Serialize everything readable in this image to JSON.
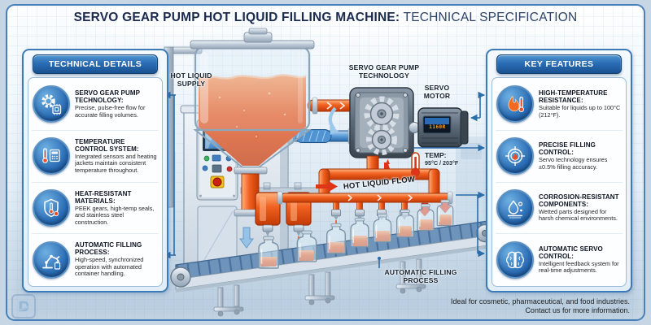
{
  "title": {
    "bold": "SERVO GEAR PUMP HOT LIQUID FILLING MACHINE:",
    "regular": "TECHNICAL SPECIFICATION"
  },
  "left_panel": {
    "header": "TECHNICAL DETAILS",
    "items": [
      {
        "icon": "gear-chip-icon",
        "title": "SERVO GEAR PUMP TECHNOLOGY:",
        "desc": "Precise, pulse-free flow for accurate filling volumes."
      },
      {
        "icon": "thermometer-controller-icon",
        "title": "TEMPERATURE CONTROL SYSTEM:",
        "desc": "Integrated sensors and heating jackets maintain consistent temperature throughout."
      },
      {
        "icon": "shield-thermometer-icon",
        "title": "HEAT-RESISTANT MATERIALS:",
        "desc": "PEEK gears, high-temp seals, and stainless steel construction."
      },
      {
        "icon": "robot-arm-icon",
        "title": "AUTOMATIC FILLING PROCESS:",
        "desc": "High-speed, synchronized operation with automated container handling."
      }
    ]
  },
  "right_panel": {
    "header": "KEY FEATURES",
    "items": [
      {
        "icon": "flame-thermometer-icon",
        "title": "HIGH-TEMPERATURE RESISTANCE:",
        "desc": "Suitable for liquids up to 100°C (212°F)."
      },
      {
        "icon": "target-droplet-icon",
        "title": "PRECISE FILLING CONTROL:",
        "desc": "Servo technology ensures ±0.5% filling accuracy."
      },
      {
        "icon": "droplets-icon",
        "title": "CORROSION-RESISTANT COMPONENTS:",
        "desc": "Wetted parts designed for harsh chemical environments."
      },
      {
        "icon": "brain-icon",
        "title": "AUTOMATIC SERVO CONTROL:",
        "desc": "Intelligent feedback system for real-time adjustments."
      }
    ]
  },
  "diagram": {
    "labels": {
      "hot_liquid_supply": "HOT LIQUID SUPPLY",
      "servo_gear_pump_technology": "SERVO GEAR PUMP TECHNOLOGY",
      "servo_motor": "SERVO MOTOR",
      "temp_title": "TEMP:",
      "temp_value": "95°C / 203°F",
      "hot_liquid_flow": "HOT LIQUID FLOW",
      "automatic_filling_process": "AUTOMATIC FILLING PROCESS"
    },
    "servo_motor_display": "1160R"
  },
  "footer": {
    "line1": "Ideal for cosmetic, pharmaceutical, and food industries.",
    "line2": "Contact us for more information."
  },
  "colors": {
    "accent_blue": "#2a6da8",
    "panel_border": "#3d7ab8",
    "panel_header_top": "#4f95d0",
    "panel_header_bottom": "#1a5190",
    "hot_liquid": "#e8501e",
    "title_navy": "#1b2a4c"
  }
}
